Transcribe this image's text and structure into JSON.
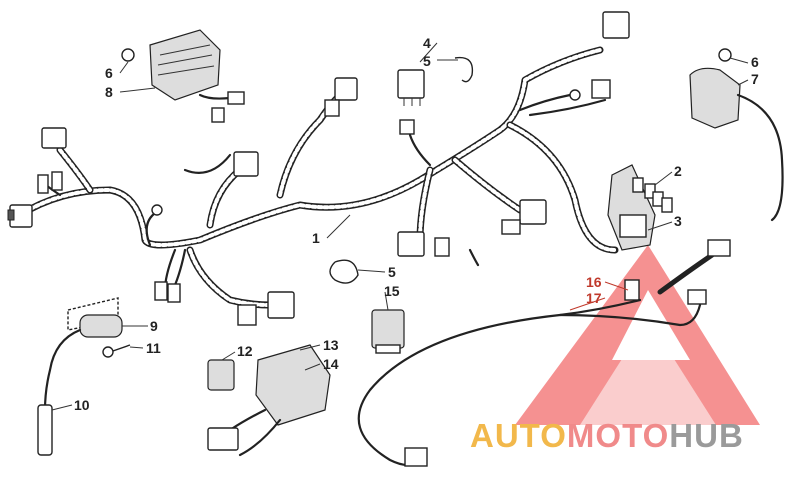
{
  "diagram": {
    "callouts": [
      {
        "id": "c1",
        "label": "1"
      },
      {
        "id": "c2",
        "label": "2"
      },
      {
        "id": "c3",
        "label": "3"
      },
      {
        "id": "c4",
        "label": "4"
      },
      {
        "id": "c5a",
        "label": "5"
      },
      {
        "id": "c5b",
        "label": "5"
      },
      {
        "id": "c6a",
        "label": "6"
      },
      {
        "id": "c6b",
        "label": "6"
      },
      {
        "id": "c7",
        "label": "7"
      },
      {
        "id": "c8",
        "label": "8"
      },
      {
        "id": "c9",
        "label": "9"
      },
      {
        "id": "c10",
        "label": "10"
      },
      {
        "id": "c11",
        "label": "11"
      },
      {
        "id": "c12",
        "label": "12"
      },
      {
        "id": "c13",
        "label": "13"
      },
      {
        "id": "c14",
        "label": "14"
      },
      {
        "id": "c15",
        "label": "15"
      },
      {
        "id": "c16",
        "label": "16"
      },
      {
        "id": "c17",
        "label": "17"
      }
    ]
  },
  "watermark": {
    "part1": "AUTO",
    "part2": "MOTO",
    "part3": "HUB",
    "colors": {
      "auto": "#f2b84b",
      "moto": "#f08a8a",
      "hub": "#9a9a9a",
      "triangle": "#f26d6d"
    }
  }
}
